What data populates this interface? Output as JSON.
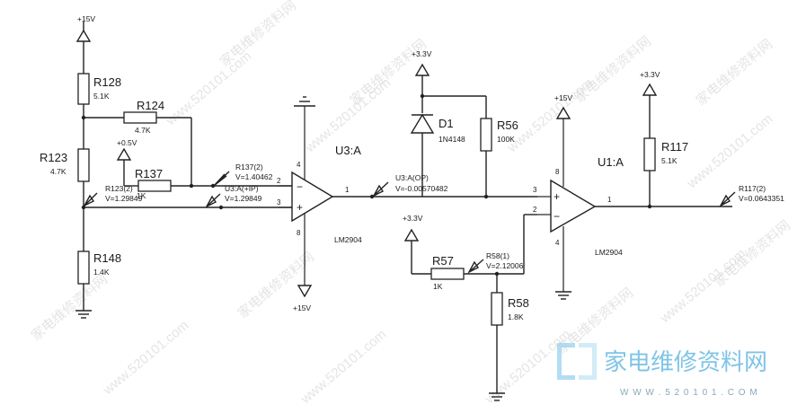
{
  "power": {
    "p15_top": "+15V",
    "p05": "+0.5V",
    "p33_d1": "+3.3V",
    "p33_r57": "+3.3V",
    "p15_u1": "+15V",
    "p33_r117": "+3.3V",
    "p15_u3_bottom": "+15V"
  },
  "resistors": {
    "r128": {
      "ref": "R128",
      "value": "5.1K"
    },
    "r124": {
      "ref": "R124",
      "value": "4.7K"
    },
    "r123": {
      "ref": "R123",
      "value": "4.7K"
    },
    "r137": {
      "ref": "R137",
      "value": "1K"
    },
    "r148": {
      "ref": "R148",
      "value": "1.4K"
    },
    "r56": {
      "ref": "R56",
      "value": "100K"
    },
    "r57": {
      "ref": "R57",
      "value": "1K"
    },
    "r58": {
      "ref": "R58",
      "value": "1.8K"
    },
    "r117": {
      "ref": "R117",
      "value": "5.1K"
    }
  },
  "diode": {
    "ref": "D1",
    "value": "1N4148"
  },
  "opamps": {
    "u3": {
      "ref": "U3:A",
      "part": "LM2904",
      "pins": {
        "plus": "3",
        "minus": "2",
        "out": "1",
        "vcc": "4",
        "vee": "8"
      }
    },
    "u1": {
      "ref": "U1:A",
      "part": "LM2904",
      "pins": {
        "plus": "3",
        "minus": "2",
        "out": "1",
        "vcc": "8",
        "vee": "4"
      }
    }
  },
  "probes": {
    "r137": {
      "name": "R137(2)",
      "v": "V=1.40462"
    },
    "r123": {
      "name": "R123(2)",
      "v": "V=1.29849"
    },
    "u3ip": {
      "name": "U3:A(+IP)",
      "v": "V=1.29849"
    },
    "u3op": {
      "name": "U3:A(OP)",
      "v": "V=-0.00570482"
    },
    "r58": {
      "name": "R58(1)",
      "v": "V=2.12006"
    },
    "r117": {
      "name": "R117(2)",
      "v": "V=0.0643351"
    }
  },
  "watermark": {
    "site": "www.520101.com",
    "cn": "家电维修资料网",
    "brand_cn": "家电维修资料网",
    "brand_url": "W W W . 5 2 0 1 0 1 . C O M"
  }
}
